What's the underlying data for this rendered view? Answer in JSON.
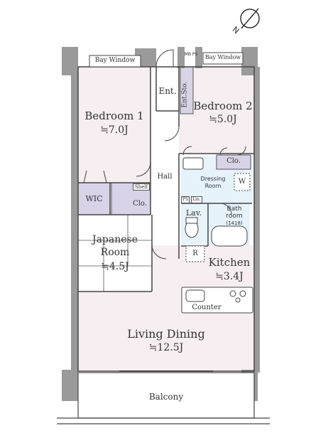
{
  "rooms": {
    "bedroom1": {
      "name": "Bedroom 1",
      "area": "≒7.0J"
    },
    "bedroom2": {
      "name": "Bedroom 2",
      "area": "≒5.0J"
    },
    "japanese_room": {
      "name_line1": "Japanese",
      "name_line2": "Room",
      "area": "≒4.5J"
    },
    "kitchen": {
      "name": "Kitchen",
      "area": "≒3.4J"
    },
    "living_dining": {
      "name": "Living Dining",
      "area": "≒12.5J"
    },
    "entrance": "Ent.",
    "entrance_storage": "Ent.Sto.",
    "hall": "Hall",
    "wic": "WIC",
    "closet": "Clo.",
    "closet2": "Clo.",
    "shelf": "Shelf",
    "dressing_room_line1": "Dressing",
    "dressing_room_line2": "Room",
    "washer": "W",
    "bathroom_line1": "Bath",
    "bathroom_line2": "room",
    "bathroom_size": "(1418)",
    "lavatory": "Lav.",
    "linen": "Lin.",
    "ps": "PS",
    "mbps": "MB PS",
    "refrigerator": "R",
    "counter": "Counter",
    "balcony": "Balcony",
    "bay_window_left": "Bay Window",
    "bay_window_right": "Bay Window"
  },
  "colors": {
    "room_fill": "#f6eef1",
    "wet_fill": "#e6f3fb",
    "storage_fill": "#d9d3e8",
    "wall": "#9a9a9a",
    "line": "#444444"
  },
  "compass": {
    "north_label": "N"
  }
}
